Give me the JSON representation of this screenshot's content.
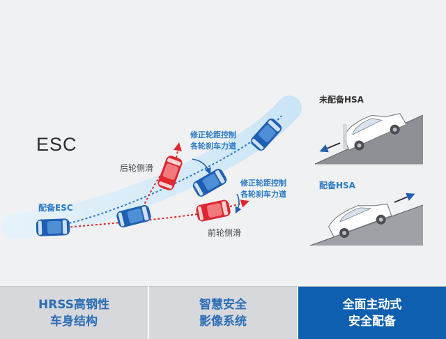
{
  "diagram": {
    "title": "ESC",
    "label_esc": "配备ESC",
    "label_rear_skid": "后轮侧滑",
    "label_front_skid": "前轮侧滑",
    "note_upper": [
      "修正轮距控制",
      "各轮刹车力道"
    ],
    "note_lower": [
      "修正轮距控制",
      "各轮刹车力道"
    ],
    "hsa_without": "未配备HSA",
    "hsa_with": "配备HSA",
    "colors": {
      "blue": "#2a79c8",
      "red": "#e0262e",
      "track": "#cfe8f8"
    }
  },
  "tabs": [
    {
      "line1": "HRSS高钢性",
      "line2": "车身结构",
      "active": false
    },
    {
      "line1": "智慧安全",
      "line2": "影像系统",
      "active": false
    },
    {
      "line1": "全面主动式",
      "line2": "安全配备",
      "active": true
    }
  ]
}
